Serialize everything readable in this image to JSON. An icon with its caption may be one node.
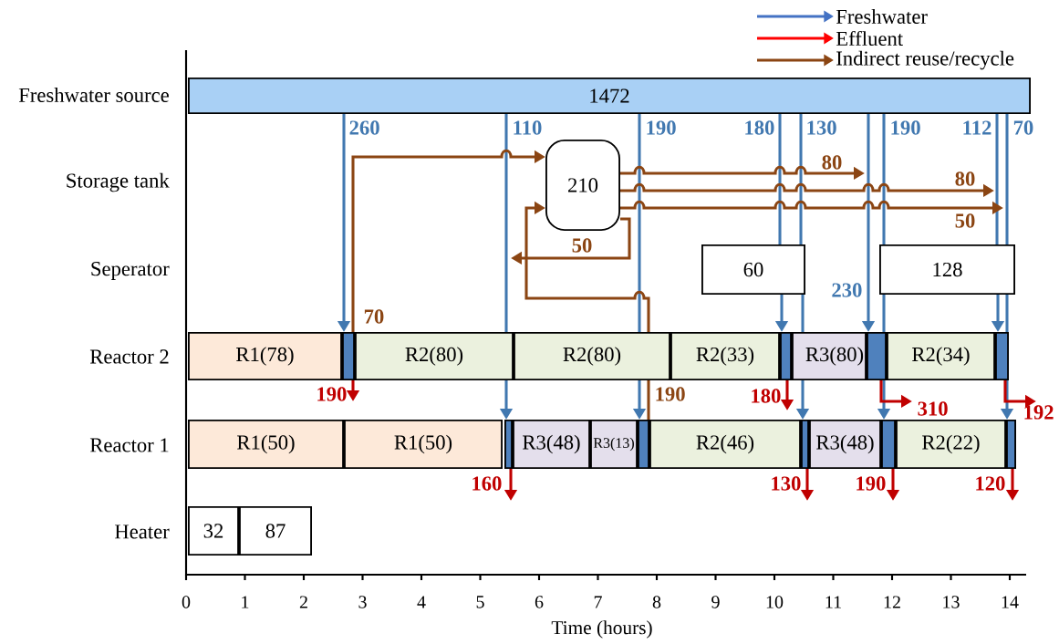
{
  "diagram": {
    "nodes": [
      {
        "text": [
          "1472"
        ]
      },
      {
        "text": [
          "210"
        ]
      },
      {
        "text": [
          "60"
        ]
      },
      {
        "text": [
          "128"
        ]
      },
      {
        "text": [
          "R1(78)"
        ]
      },
      {
        "text": [],
        "shape": "box"
      },
      {
        "text": [
          "R2(80)"
        ]
      },
      {
        "text": [
          "R2(80)"
        ]
      },
      {
        "text": [
          "R2(33)"
        ]
      },
      {
        "text": [],
        "shape": "box"
      },
      {
        "text": [
          "R3(80)"
        ]
      },
      {
        "text": [],
        "shape": "box"
      },
      {
        "text": [
          "R2(34)"
        ]
      },
      {
        "text": [],
        "shape": "box"
      },
      {
        "text": [
          "R1(50)"
        ]
      },
      {
        "text": [
          "R1(50)"
        ]
      },
      {
        "text": [],
        "shape": "box"
      },
      {
        "text": [
          "R3(48)"
        ]
      },
      {
        "text": [
          "R3(13)"
        ]
      },
      {
        "text": [],
        "shape": "box"
      },
      {
        "text": [
          "R2(46)"
        ]
      },
      {
        "text": [],
        "shape": "box"
      },
      {
        "text": [
          "R3(48)"
        ]
      },
      {
        "text": [],
        "shape": "box"
      },
      {
        "text": [
          "R2(22)"
        ]
      },
      {
        "text": [],
        "shape": "box"
      },
      {
        "text": [
          "32"
        ]
      },
      {
        "text": [
          "87"
        ]
      }
    ],
    "edges": [
      {
        "from": 0,
        "to": 5,
        "arrow": "to",
        "label": "260"
      },
      {
        "from": 0,
        "to": 6,
        "arrow": "none",
        "label": "110"
      },
      {
        "from": 6,
        "to": 16,
        "arrow": "to"
      },
      {
        "from": 0,
        "to": 7,
        "arrow": "none",
        "label": "190"
      },
      {
        "from": 7,
        "to": 19,
        "arrow": "to"
      },
      {
        "from": 0,
        "to": 2,
        "arrow": "none",
        "label": "180"
      },
      {
        "from": 0,
        "to": 2,
        "arrow": "none",
        "label": "130"
      },
      {
        "from": 0,
        "to": 11,
        "arrow": "to",
        "label": "230"
      },
      {
        "from": 0,
        "to": 3,
        "arrow": "none",
        "label": "190"
      },
      {
        "from": 0,
        "to": 3,
        "arrow": "none",
        "label": "112"
      },
      {
        "from": 0,
        "to": 3,
        "arrow": "none",
        "label": "70"
      },
      {
        "from": 2,
        "to": 9,
        "arrow": "to"
      },
      {
        "from": 2,
        "to": 10,
        "arrow": "none"
      },
      {
        "from": 10,
        "to": 21,
        "arrow": "to"
      },
      {
        "from": 3,
        "to": 11,
        "arrow": "none"
      },
      {
        "from": 11,
        "to": 23,
        "arrow": "to"
      },
      {
        "from": 3,
        "to": 13,
        "arrow": "to"
      },
      {
        "from": 3,
        "to": 13,
        "arrow": "none"
      },
      {
        "from": 13,
        "to": 25,
        "arrow": "to"
      },
      {
        "from": 5,
        "to": null,
        "arrow": "to",
        "label": "190",
        "color": "#c00000"
      },
      {
        "from": 9,
        "to": null,
        "arrow": "to",
        "label": "180",
        "color": "#c00000"
      },
      {
        "from": 11,
        "to": null,
        "arrow": "to",
        "label": "310",
        "color": "#c00000"
      },
      {
        "from": 13,
        "to": null,
        "arrow": "to",
        "label": "192",
        "color": "#c00000"
      },
      {
        "from": 16,
        "to": null,
        "arrow": "to",
        "label": "160",
        "color": "#c00000"
      },
      {
        "from": 21,
        "to": null,
        "arrow": "to",
        "label": "130",
        "color": "#c00000"
      },
      {
        "from": 23,
        "to": null,
        "arrow": "to",
        "label": "190",
        "color": "#c00000"
      },
      {
        "from": 25,
        "to": null,
        "arrow": "to",
        "label": "120",
        "color": "#c00000"
      },
      {
        "from": 5,
        "to": 1,
        "arrow": "to",
        "label": "70",
        "color": "#8b4513"
      },
      {
        "from": 1,
        "to": null,
        "arrow": "to",
        "label": "50",
        "color": "#8b4513"
      },
      {
        "from": 19,
        "to": 7,
        "arrow": "none",
        "label": "190",
        "color": "#8b4513"
      },
      {
        "from": 7,
        "to": 1,
        "arrow": "to",
        "color": "#8b4513"
      },
      {
        "from": 1,
        "to": null,
        "arrow": "to",
        "label": "80",
        "color": "#8b4513"
      },
      {
        "from": 1,
        "to": null,
        "arrow": "to",
        "label": "80",
        "color": "#8b4513"
      },
      {
        "from": 1,
        "to": null,
        "arrow": "to",
        "label": "50",
        "color": "#8b4513"
      }
    ],
    "labels": [
      "Freshwater source",
      "Storage tank",
      "Seperator",
      "Reactor 2",
      "Reactor 1",
      "Heater",
      "0",
      "1",
      "2",
      "3",
      "4",
      "5",
      "6",
      "7",
      "8",
      "9",
      "10",
      "11",
      "12",
      "13",
      "14",
      "Time (hours)"
    ],
    "legend": [
      {
        "text": "Freshwater"
      },
      {
        "text": "Effluent"
      },
      {
        "text": "Indirect reuse/recycle"
      }
    ]
  }
}
